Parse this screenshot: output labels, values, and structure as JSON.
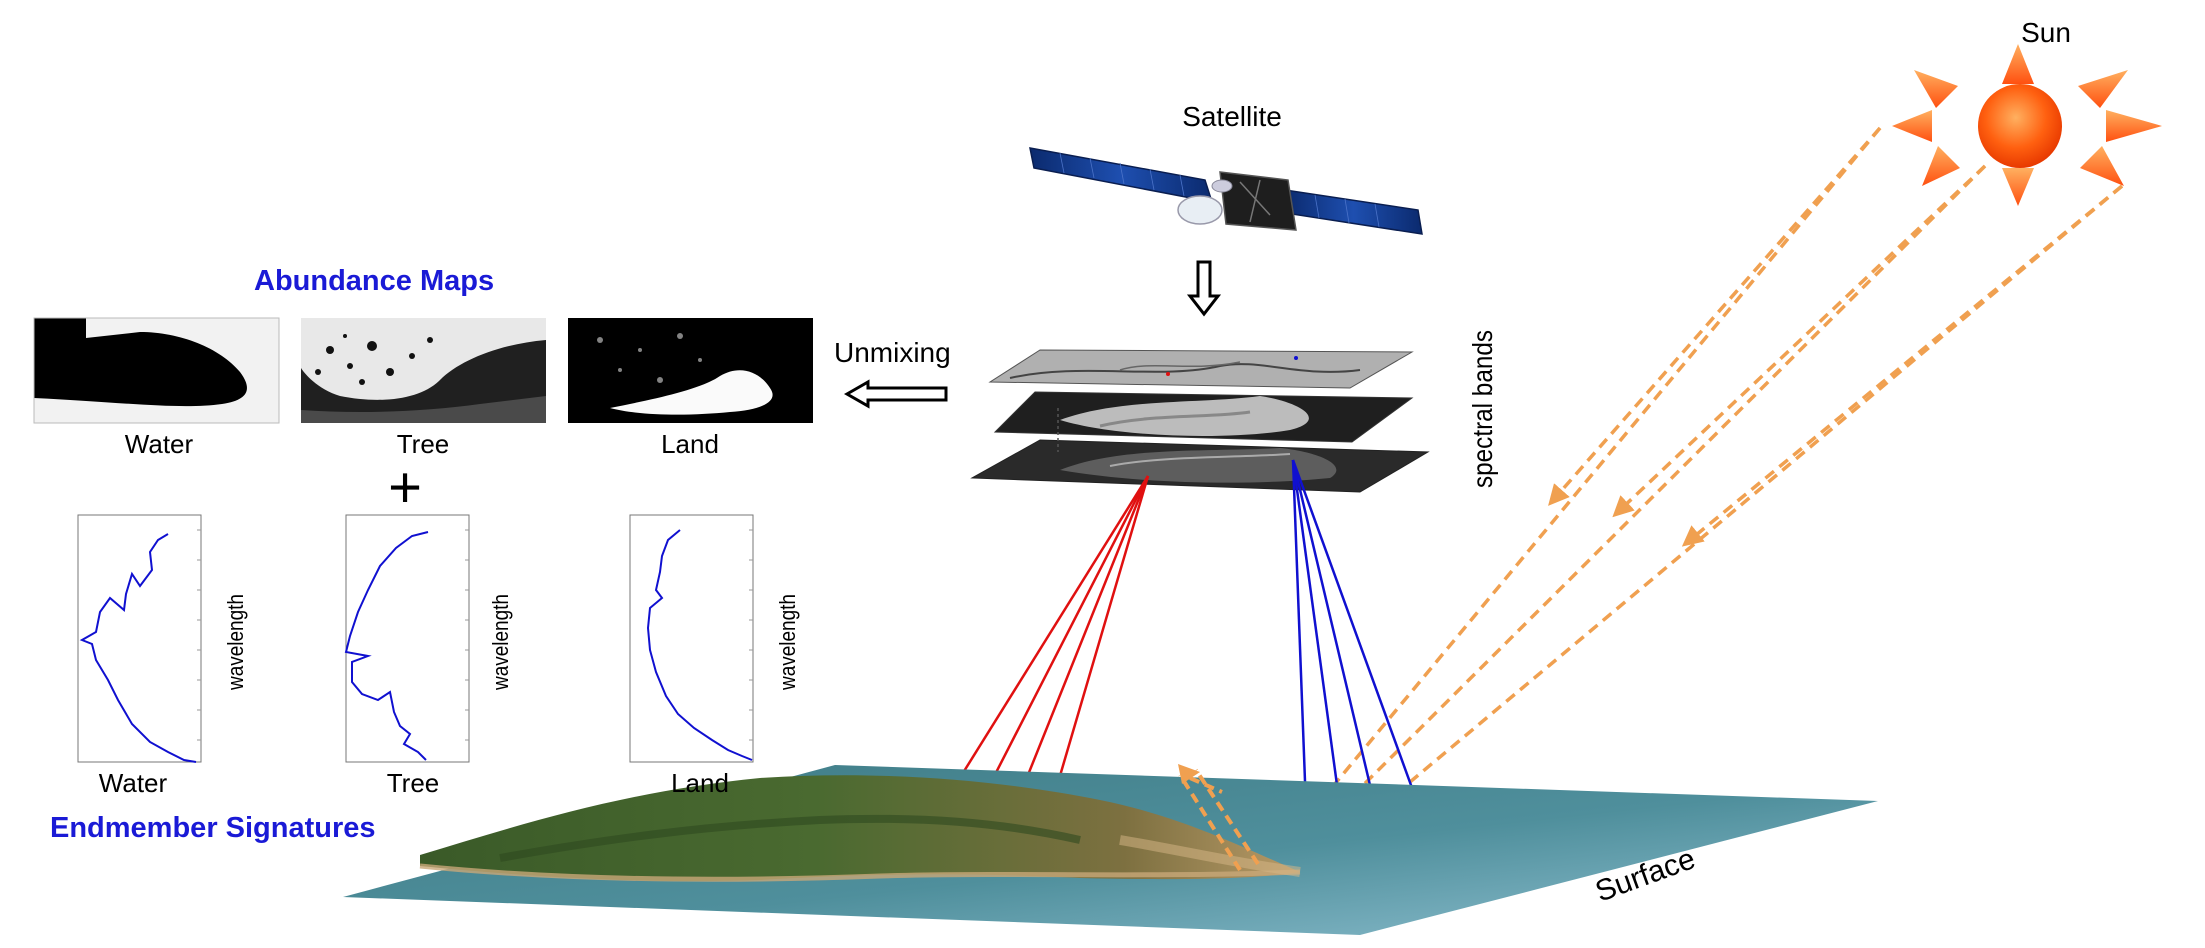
{
  "labels": {
    "sun": "Sun",
    "satellite": "Satellite",
    "abundance_maps": "Abundance Maps",
    "unmixing": "Unmixing",
    "spectral_bands": "spectral bands",
    "endmember_signatures": "Endmember Signatures",
    "surface": "Surface",
    "plus": "+"
  },
  "abundance_maps": [
    {
      "name": "Water"
    },
    {
      "name": "Tree"
    },
    {
      "name": "Land"
    }
  ],
  "endmembers": [
    {
      "name": "Water",
      "axis_label": "wavelength"
    },
    {
      "name": "Tree",
      "axis_label": "wavelength"
    },
    {
      "name": "Land",
      "axis_label": "wavelength"
    }
  ],
  "colors": {
    "title_blue": "#1a1ad6",
    "sun_orange": "#ff6a1a",
    "ray_orange": "#f0a050",
    "red_beam": "#e01010",
    "blue_beam": "#1010d0"
  }
}
